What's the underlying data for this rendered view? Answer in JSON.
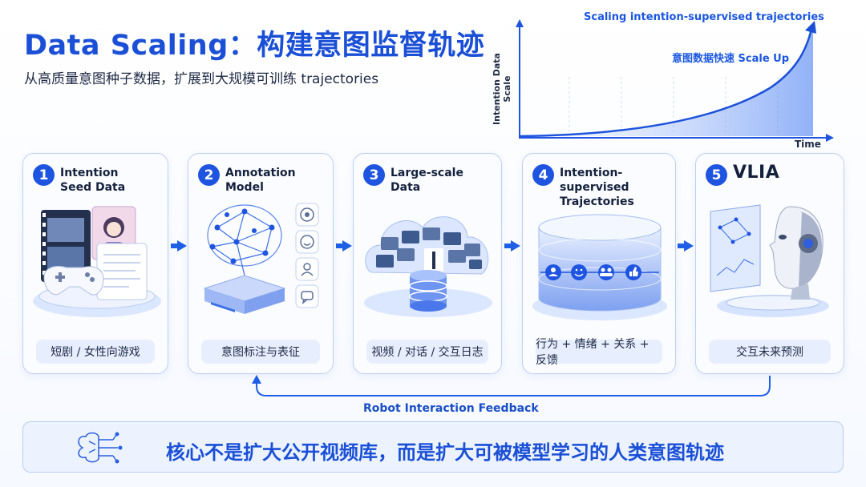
{
  "header": {
    "title": "Data Scaling：构建意图监督轨迹",
    "subtitle": "从高质量意图种子数据，扩展到大规模可训练 trajectories"
  },
  "growth_chart": {
    "title": "Scaling intention-supervised trajectories",
    "annotation": "意图数据快速 Scale Up",
    "ylabel": "Intention Data Scale",
    "xlabel": "Time",
    "curve": "exponential"
  },
  "stages": [
    {
      "number": "1",
      "title": "Intention\nSeed Data",
      "tag": "短剧 / 女性向游戏"
    },
    {
      "number": "2",
      "title": "Annotation\nModel",
      "tag": "意图标注与表征"
    },
    {
      "number": "3",
      "title": "Large-scale\nData",
      "tag": "视频 / 对话 / 交互日志"
    },
    {
      "number": "4",
      "title": "Intention-supervised\nTrajectories",
      "tag": "行为 + 情绪 + 关系 + 反馈"
    },
    {
      "number": "5",
      "title": "VLIA",
      "tag": "交互未来预测"
    }
  ],
  "feedback": {
    "label": "Robot Interaction Feedback"
  },
  "bottom": {
    "statement": "核心不是扩大公开视频库，而是扩大可被模型学习的人类意图轨迹"
  },
  "colors": {
    "accent": "#1e54e0",
    "card_border": "#bcd0f2",
    "pill": "#e7efff"
  }
}
